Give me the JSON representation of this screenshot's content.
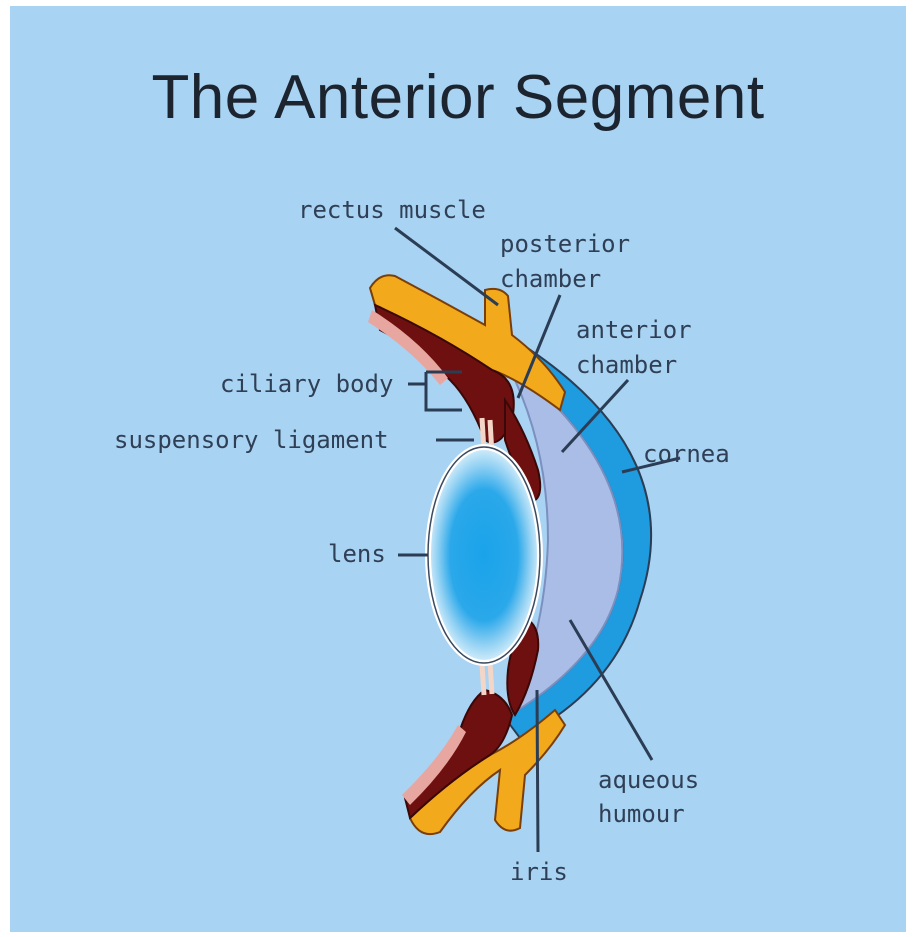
{
  "title": "The Anterior Segment",
  "labels": {
    "rectus_muscle": "rectus muscle",
    "posterior_chamber_1": "posterior",
    "posterior_chamber_2": "chamber",
    "anterior_chamber_1": "anterior",
    "anterior_chamber_2": "chamber",
    "ciliary_body": "ciliary body",
    "suspensory_ligament": "suspensory ligament",
    "cornea": "cornea",
    "lens": "lens",
    "aqueous_humour_1": "aqueous",
    "aqueous_humour_2": "humour",
    "iris": "iris"
  },
  "colors": {
    "background": "#a9d3f2",
    "cornea": "#1f9be0",
    "sclera_muscle": "#f2a91c",
    "ciliary": "#6e1010",
    "anterior_chamber": "#a9bde6",
    "lens_center": "#1aa3ea",
    "lens_outline": "#ffffff",
    "leader_lines": "#2b3d55"
  }
}
